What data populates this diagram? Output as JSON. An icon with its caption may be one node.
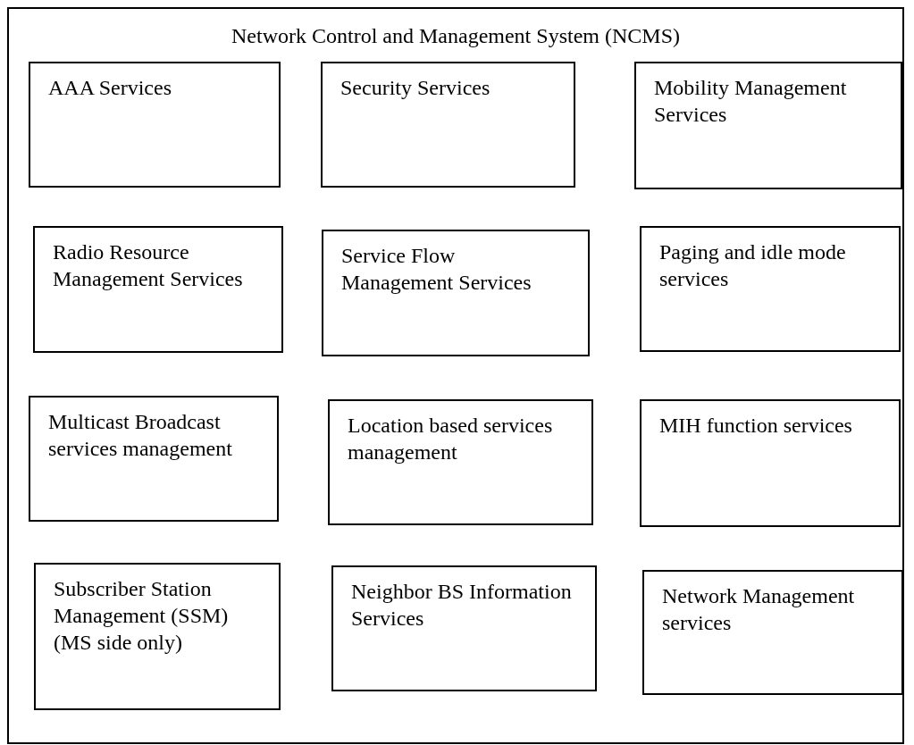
{
  "diagram": {
    "nodes": [
      {
        "text": [
          "Network Control and Management System (NCMS)"
        ]
      },
      {
        "text": [
          "AAA Services"
        ],
        "in": 0
      },
      {
        "text": [
          "Security Services"
        ],
        "in": 0
      },
      {
        "text": [
          "Mobility Management Services"
        ],
        "in": 0
      },
      {
        "text": [
          "Radio Resource Management Services"
        ],
        "in": 0
      },
      {
        "text": [
          "Service Flow Management Services"
        ],
        "in": 0
      },
      {
        "text": [
          "Paging and idle mode services"
        ],
        "in": 0
      },
      {
        "text": [
          "Multicast Broadcast services management"
        ],
        "in": 0
      },
      {
        "text": [
          "Location based services management"
        ],
        "in": 0
      },
      {
        "text": [
          "MIH function services"
        ],
        "in": 0
      },
      {
        "text": [
          "Subscriber Station Management (SSM) (MS side only)"
        ],
        "in": 0
      },
      {
        "text": [
          "Neighbor BS Information Services"
        ],
        "in": 0
      },
      {
        "text": [
          "Network Management services"
        ],
        "in": 0
      }
    ]
  }
}
